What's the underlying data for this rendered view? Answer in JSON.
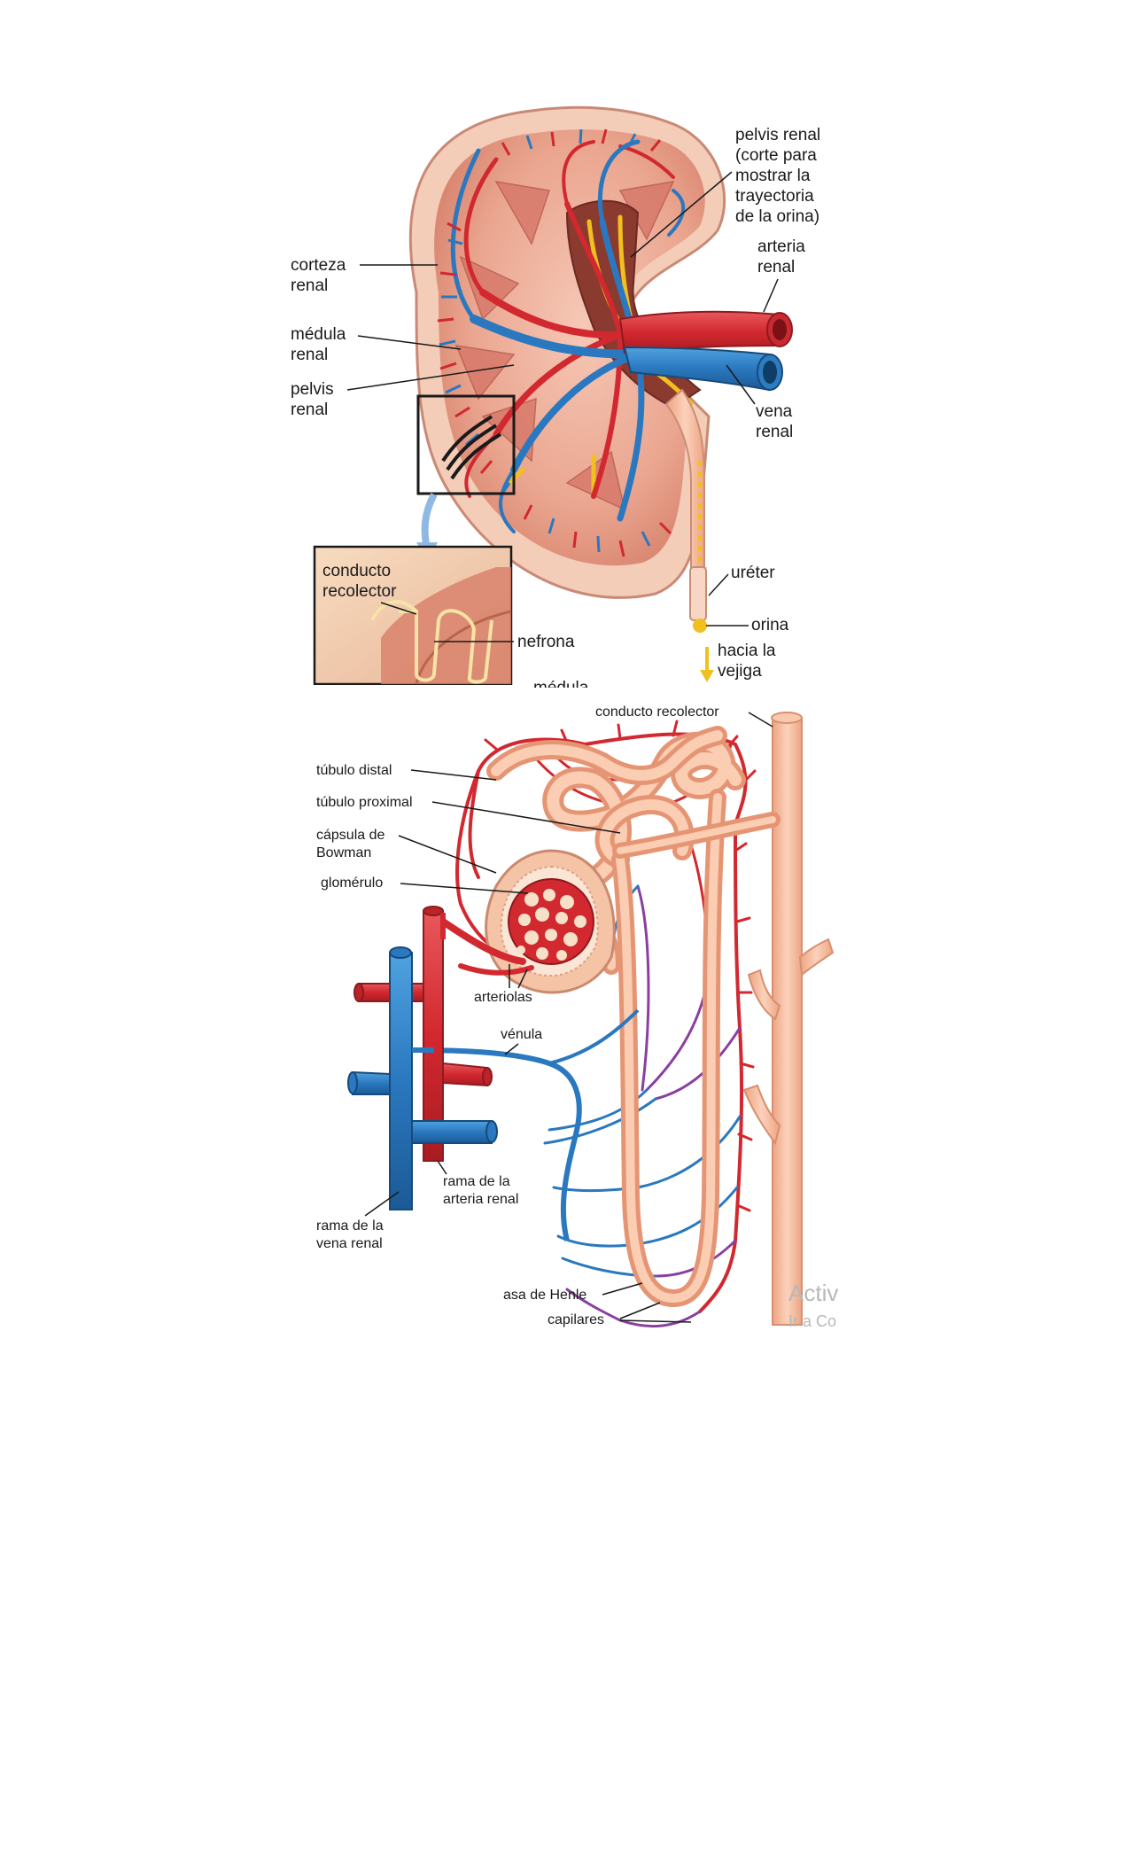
{
  "kidney_labels": {
    "pelvis_top": [
      "pelvis renal",
      "(corte para",
      "mostrar la",
      "trayectoria",
      "de la orina)"
    ],
    "corteza": [
      "corteza",
      "renal"
    ],
    "medula": [
      "médula",
      "renal"
    ],
    "pelvis_left": [
      "pelvis",
      "renal"
    ],
    "arteria": [
      "arteria",
      "renal"
    ],
    "vena": [
      "vena",
      "renal"
    ],
    "ureter": "uréter",
    "orina": "orina",
    "vejiga": [
      "hacia la",
      "vejiga"
    ],
    "conducto": [
      "conducto",
      "recolector"
    ],
    "nefrona": "nefrona",
    "medula_cut": "médula"
  },
  "nephron_labels": {
    "conducto_recolector": "conducto recolector",
    "tubulo_distal": "túbulo distal",
    "tubulo_proximal": "túbulo proximal",
    "capsula": [
      "cápsula de",
      "Bowman"
    ],
    "glomerulo": "glomérulo",
    "arteriolas": "arteriolas",
    "venula": "vénula",
    "rama_arteria": [
      "rama de la",
      "arteria renal"
    ],
    "rama_vena": [
      "rama de la",
      "vena renal"
    ],
    "asa_henle": "asa de Henle",
    "capilares": "capilares"
  },
  "watermark": [
    "Activ",
    "Ir a Co"
  ],
  "colors": {
    "artery": "#d8323a",
    "vein": "#2f7fc4",
    "tubule": "#f4b899",
    "kidney_flesh": "#e9a48f",
    "urine": "#f2c01e"
  }
}
